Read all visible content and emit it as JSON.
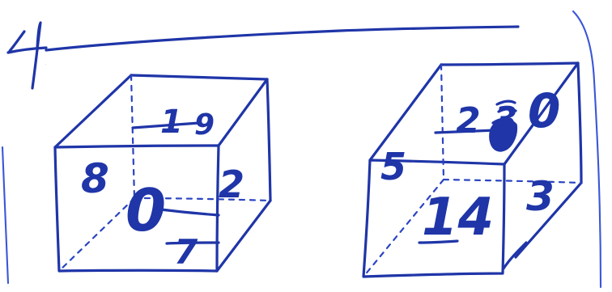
{
  "sketch": {
    "problem_label": "4",
    "ink_color": "#1f35a8",
    "left_cube": {
      "faces": [
        "1",
        "9",
        "8",
        "2",
        "0",
        "7"
      ]
    },
    "right_cube": {
      "faces": [
        "2",
        "3",
        "0",
        "5",
        "3",
        "14"
      ]
    }
  }
}
